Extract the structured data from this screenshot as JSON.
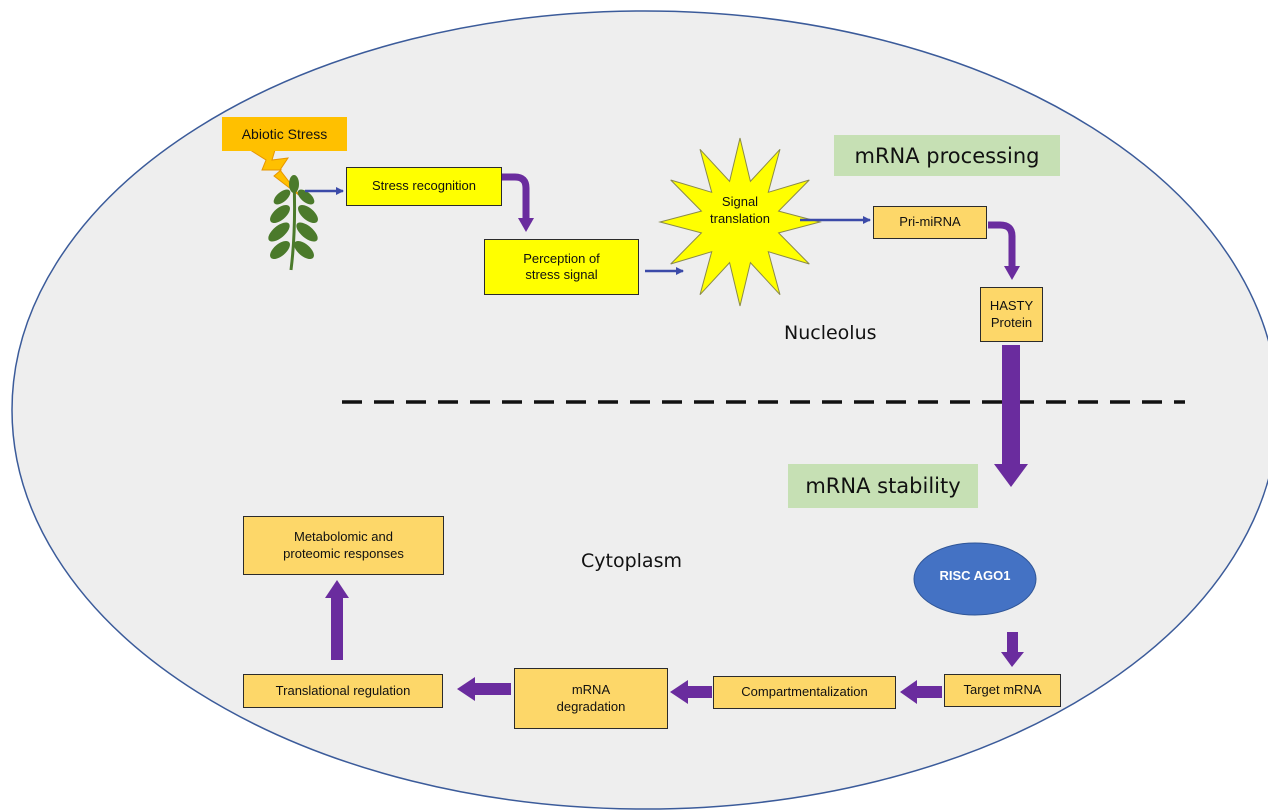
{
  "abiotic_stress": "Abiotic Stress",
  "nodes": {
    "stress_recognition": "Stress recognition",
    "perception": "Perception of\nstress signal",
    "signal_translation": "Signal\ntranslation",
    "pri_mirna": "Pri-miRNA",
    "hasty": "HASTY\nProtein",
    "risc": "RISC AGO1",
    "target_mrna": "Target mRNA",
    "compartmentalization": "Compartmentalization",
    "mrna_degradation": "mRNA\ndegradation",
    "translational_regulation": "Translational regulation",
    "responses": "Metabolomic and\nproteomic responses"
  },
  "regions": {
    "nucleolus": "Nucleolus",
    "cytoplasm": "Cytoplasm"
  },
  "stages": {
    "processing": "mRNA processing",
    "stability": "mRNA stability"
  },
  "colors": {
    "cell_fill": "#eeeeee",
    "cell_border": "#3b5b9a",
    "arrow": "#6a2c9e",
    "yellow_box": "#ffff00",
    "orange_box": "#fdd769",
    "stage_fill": "#c6e0b4",
    "risc_fill": "#4472c4",
    "bolt_fill": "#ffc000",
    "plant_green": "#4b7a2b"
  },
  "icons": [
    "lightning-bolt-icon",
    "plant-leaf-icon",
    "starburst-shape"
  ]
}
